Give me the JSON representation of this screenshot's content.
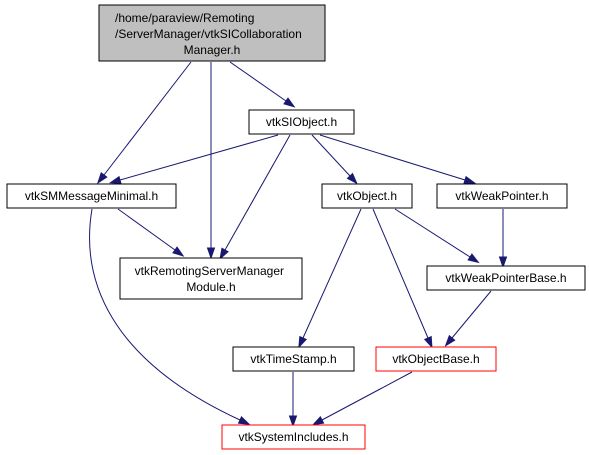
{
  "colors": {
    "edge": "#191970",
    "node_border": "#000000",
    "node_fill": "#ffffff",
    "root_fill": "#bfbfbf",
    "highlight_border": "#ff0000"
  },
  "nodes": {
    "root": {
      "lines": [
        "/home/paraview/Remoting",
        "/ServerManager/vtkSICollaboration",
        "Manager.h"
      ]
    },
    "siobject": {
      "lines": [
        "vtkSIObject.h"
      ]
    },
    "smmessage": {
      "lines": [
        "vtkSMMessageMinimal.h"
      ]
    },
    "object": {
      "lines": [
        "vtkObject.h"
      ]
    },
    "weakpointer": {
      "lines": [
        "vtkWeakPointer.h"
      ]
    },
    "remotingmodule": {
      "lines": [
        "vtkRemotingServerManager",
        "Module.h"
      ]
    },
    "weakpointerbase": {
      "lines": [
        "vtkWeakPointerBase.h"
      ]
    },
    "timestamp": {
      "lines": [
        "vtkTimeStamp.h"
      ]
    },
    "objectbase": {
      "lines": [
        "vtkObjectBase.h"
      ]
    },
    "systemincludes": {
      "lines": [
        "vtkSystemIncludes.h"
      ]
    }
  },
  "edges": [
    {
      "from": "root",
      "to": "smmessage"
    },
    {
      "from": "root",
      "to": "remotingmodule"
    },
    {
      "from": "root",
      "to": "siobject"
    },
    {
      "from": "siobject",
      "to": "smmessage"
    },
    {
      "from": "siobject",
      "to": "remotingmodule"
    },
    {
      "from": "siobject",
      "to": "object"
    },
    {
      "from": "siobject",
      "to": "weakpointer"
    },
    {
      "from": "smmessage",
      "to": "remotingmodule"
    },
    {
      "from": "smmessage",
      "to": "systemincludes"
    },
    {
      "from": "object",
      "to": "timestamp"
    },
    {
      "from": "object",
      "to": "objectbase"
    },
    {
      "from": "object",
      "to": "weakpointerbase"
    },
    {
      "from": "weakpointer",
      "to": "weakpointerbase"
    },
    {
      "from": "weakpointerbase",
      "to": "objectbase"
    },
    {
      "from": "timestamp",
      "to": "systemincludes"
    },
    {
      "from": "objectbase",
      "to": "systemincludes"
    }
  ]
}
